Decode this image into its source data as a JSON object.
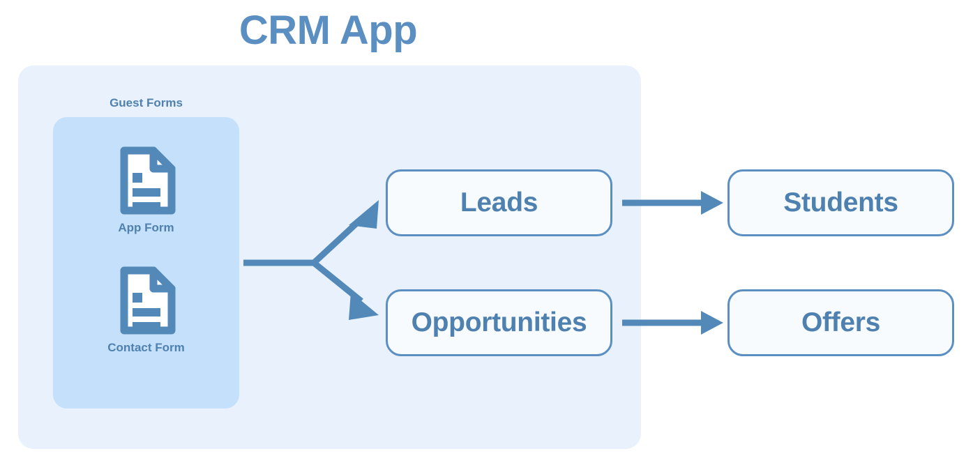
{
  "title": "CRM App",
  "colors": {
    "accent": "#5b8fc2",
    "text_blue": "#4f81b0",
    "outer_panel_bg": "#e9f2fc",
    "inner_panel_bg": "#c5e0fa",
    "box_fill": "#f7fbfe",
    "box_border": "#5b8fc2",
    "arrow": "#5389b8",
    "page_bg": "#ffffff"
  },
  "diagram": {
    "type": "flow-diagram",
    "group": {
      "label": "Guest Forms",
      "items": [
        {
          "label": "App Form",
          "icon": "document-icon"
        },
        {
          "label": "Contact Form",
          "icon": "document-icon"
        }
      ]
    },
    "nodes": [
      {
        "id": "leads",
        "label": "Leads",
        "column": 1,
        "row": 1
      },
      {
        "id": "opportunities",
        "label": "Opportunities",
        "column": 1,
        "row": 2
      },
      {
        "id": "students",
        "label": "Students",
        "column": 2,
        "row": 1
      },
      {
        "id": "offers",
        "label": "Offers",
        "column": 2,
        "row": 2
      }
    ],
    "edges": [
      {
        "from": "guest-forms",
        "to": "leads",
        "style": "branch-arrow"
      },
      {
        "from": "guest-forms",
        "to": "opportunities",
        "style": "branch-arrow"
      },
      {
        "from": "leads",
        "to": "students",
        "style": "straight-arrow"
      },
      {
        "from": "opportunities",
        "to": "offers",
        "style": "straight-arrow"
      }
    ]
  }
}
